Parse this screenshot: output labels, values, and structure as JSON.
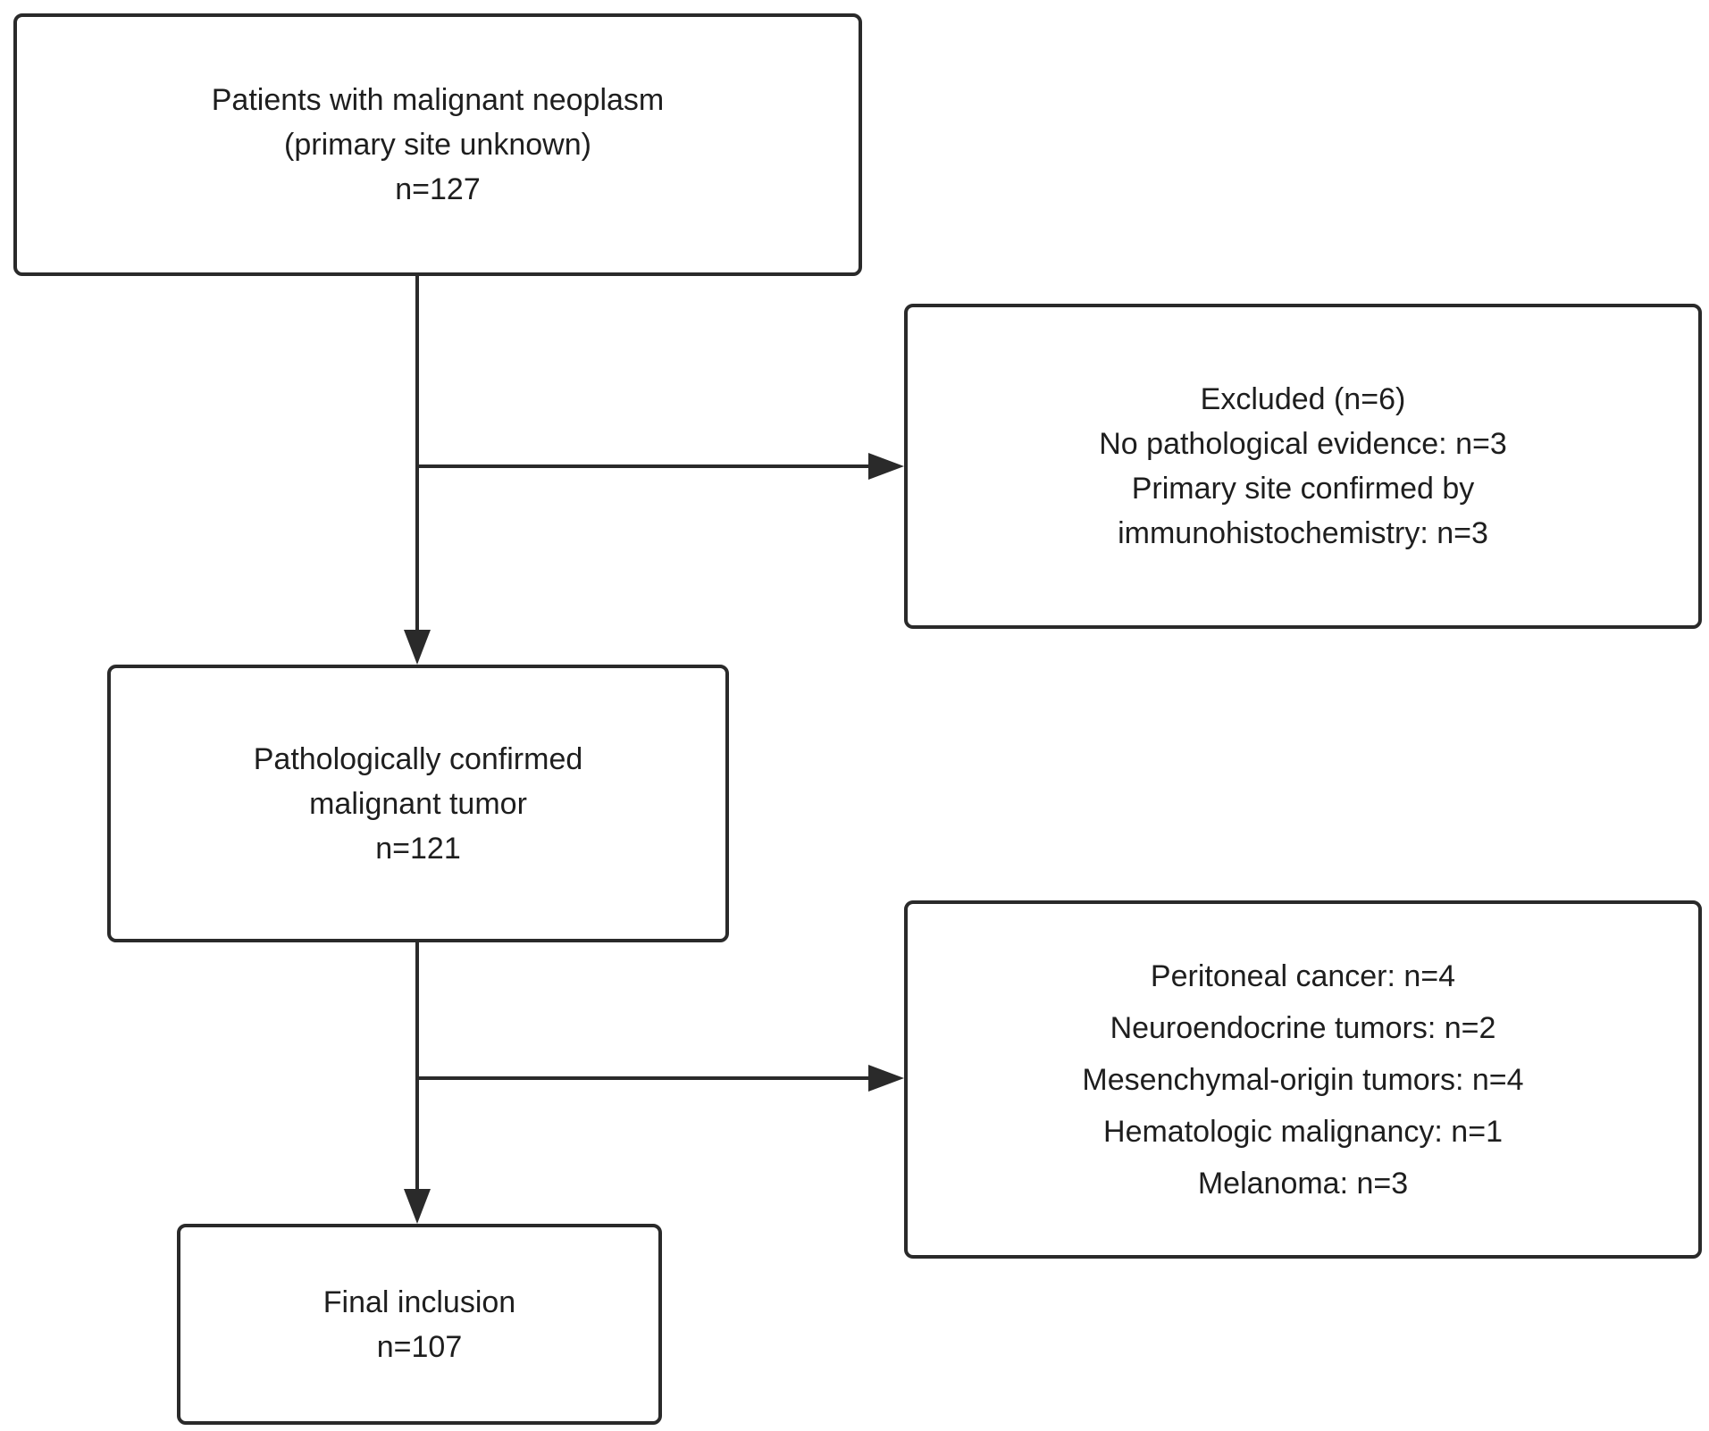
{
  "flowchart": {
    "start": {
      "lines": [
        "Patients with malignant neoplasm",
        "(primary site unknown)",
        "n=127"
      ]
    },
    "excluded": {
      "lines": [
        "Excluded (n=6)",
        "No pathological evidence: n=3",
        "Primary site confirmed by",
        "immunohistochemistry: n=3"
      ]
    },
    "confirmed": {
      "lines": [
        "Pathologically confirmed",
        "malignant tumor",
        "n=121"
      ]
    },
    "other_tumors": {
      "lines": [
        "Peritoneal cancer: n=4",
        "Neuroendocrine tumors: n=2",
        "Mesenchymal-origin tumors: n=4",
        "Hematologic malignancy: n=1",
        "Melanoma: n=3"
      ]
    },
    "final": {
      "lines": [
        "Final inclusion",
        "n=107"
      ]
    }
  }
}
